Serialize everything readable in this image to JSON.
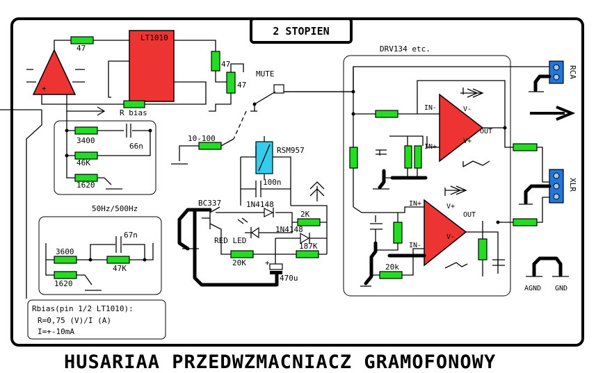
{
  "title": "2 STOPIEN",
  "footer_title": "HUSARIAA PRZEDWZMACNIACZ GRAMOFONOWY",
  "colors": {
    "resistor": "#22dd22",
    "amplifier": "#ee3333",
    "relay": "#33ccee",
    "connector": "#2277dd",
    "wire": "#000000"
  },
  "labels": {
    "lt1010": "LT1010",
    "r47_top": "47",
    "r47_v1": "47",
    "r47_v2": "47",
    "mute": "MUTE",
    "rbias": "R bias",
    "r3400": "3400",
    "c66n": "66n",
    "r46k": "46K",
    "r1620a": "1620",
    "r10_100": "10-100",
    "rsm957": "RSM957",
    "c100n": "100n",
    "d1n4148a": "1N4148",
    "r2k": "2K",
    "d1n4148b": "1N4148",
    "r187k": "187K",
    "bc337": "BC337",
    "red_led": "RED LED",
    "r20k_a": "20K",
    "c470u": "470u",
    "eq_label": "50Hz/500Hz",
    "r3600": "3600",
    "c67n": "67n",
    "r47k": "47K",
    "r1620b": "1620",
    "plus": "+",
    "drv": "DRV134   etc.",
    "in_minus_a": "IN-",
    "v_minus_a": "V-",
    "out_a": "OUT",
    "in_plus_a": "IN+",
    "v_plus_a": "V+",
    "in_plus_b": "IN+",
    "v_plus_b": "V+",
    "out_b": "OUT",
    "in_minus_b": "IN-",
    "v_minus_b": "V-",
    "r20k_b": "20k",
    "rca": "RCA",
    "xlr": "XLR",
    "agnd": "AGND",
    "gnd": "GND",
    "note_1": "Rbias(pin 1/2 LT1010):",
    "note_2": "R=0,75 (V)/I (A)",
    "note_3": "I=+-10mA"
  }
}
